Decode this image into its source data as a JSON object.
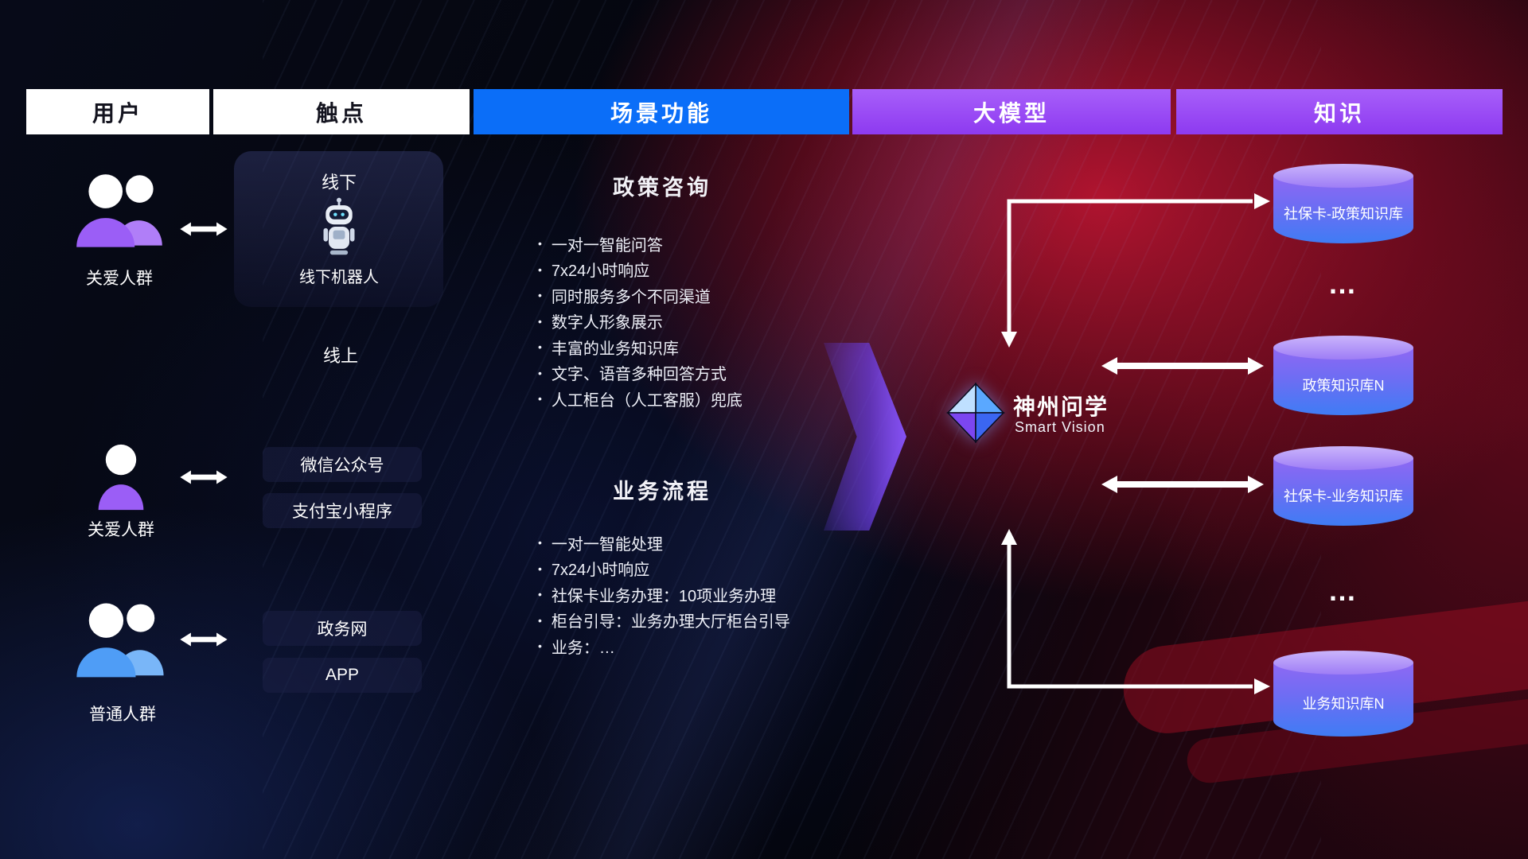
{
  "header": {
    "columns": [
      {
        "label": "用户"
      },
      {
        "label": "触点"
      },
      {
        "label": "场景功能"
      },
      {
        "label": "大模型"
      },
      {
        "label": "知识"
      }
    ]
  },
  "users": {
    "groups": [
      {
        "label": "关爱人群",
        "icon": "people-group",
        "color": "purple"
      },
      {
        "label": "关爱人群",
        "icon": "person",
        "color": "purple"
      },
      {
        "label": "普通人群",
        "icon": "people-group",
        "color": "blue"
      }
    ]
  },
  "touchpoints": {
    "offline": {
      "title": "线下",
      "robot_label": "线下机器人"
    },
    "online": {
      "title": "线上",
      "channels": [
        "微信公众号",
        "支付宝小程序",
        "政务网",
        "APP"
      ]
    }
  },
  "scenarios": {
    "policy": {
      "title": "政策咨询",
      "items": [
        "一对一智能问答",
        "7x24小时响应",
        "同时服务多个不同渠道",
        "数字人形象展示",
        "丰富的业务知识库",
        "文字、语音多种回答方式",
        "人工柜台（人工客服）兜底"
      ]
    },
    "business": {
      "title": "业务流程",
      "items": [
        "一对一智能处理",
        "7x24小时响应",
        "社保卡业务办理：10项业务办理",
        "柜台引导：业务办理大厅柜台引导",
        "业务：…"
      ]
    }
  },
  "model": {
    "name": "神州问学",
    "subtitle": "Smart Vision"
  },
  "knowledge": {
    "db1": "社保卡-政策知识库",
    "dots1": "…",
    "db2": "政策知识库N",
    "db3": "社保卡-业务知识库",
    "dots2": "…",
    "db4": "业务知识库N"
  },
  "colors": {
    "header_blue": "#0b6ef8",
    "header_purple": "#9b4df5",
    "cylinder_top": "#bfa4fa",
    "cylinder_body_purple": "#8f68f3",
    "cylinder_body_blue": "#3f7cf4",
    "bg_red": "#c61634",
    "bg_navy": "#132062",
    "arrow_white": "#ffffff"
  }
}
